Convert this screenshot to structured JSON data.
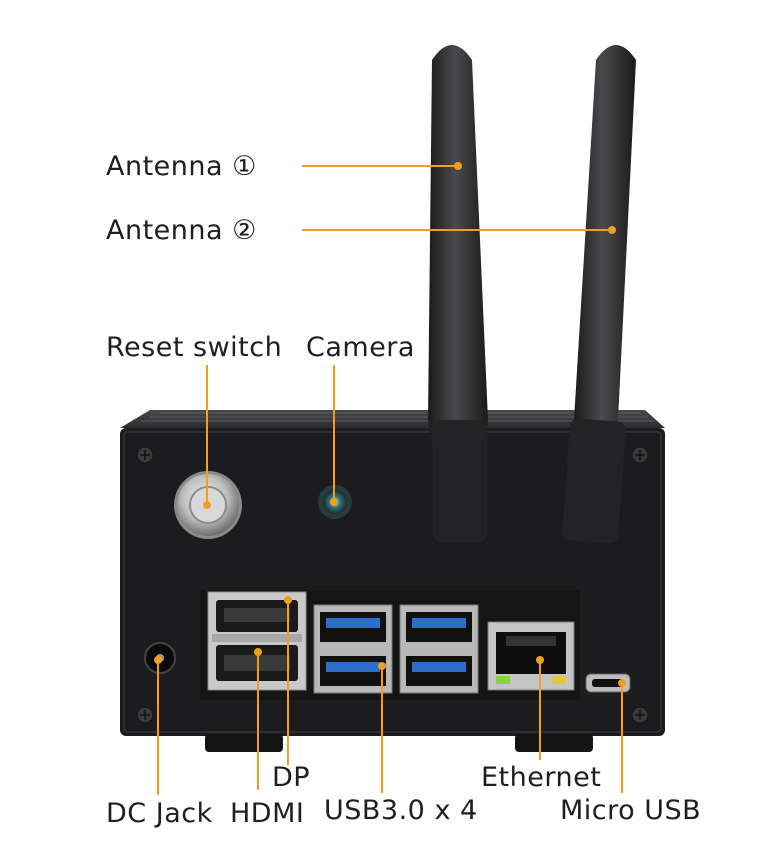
{
  "labels": {
    "antenna1": "Antenna ①",
    "antenna2": "Antenna ②",
    "reset_switch": "Reset switch",
    "camera": "Camera",
    "dp": "DP",
    "dc_jack": "DC Jack",
    "hdmi": "HDMI",
    "usb": "USB3.0 x 4",
    "ethernet": "Ethernet",
    "micro_usb": "Micro USB"
  },
  "colors": {
    "callout": "#f0a020",
    "case": "#1c1c1e",
    "antenna": "#2b2b2d",
    "usb_blue": "#2a6fc9"
  }
}
